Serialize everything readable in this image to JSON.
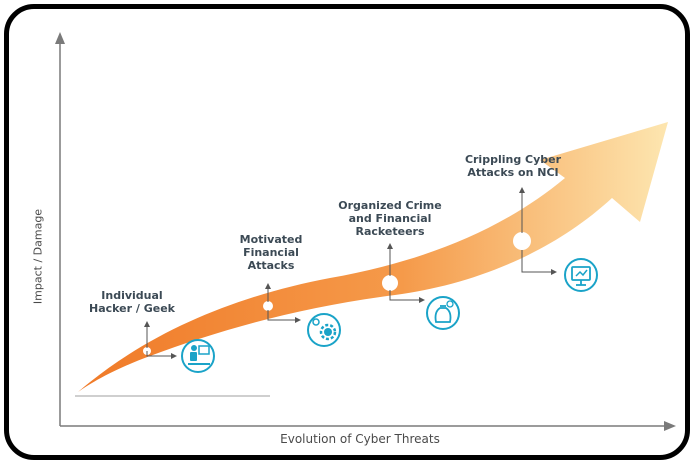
{
  "axes": {
    "x_label": "Evolution of Cyber Threats",
    "y_label": "Impact / Damage"
  },
  "colors": {
    "arrow_start": "#f07a28",
    "arrow_end": "#fde6b0",
    "icon_teal": "#1aa3c8",
    "axis": "#7a7a7a",
    "text": "#3c4a55",
    "frame": "#000000"
  },
  "stages": [
    {
      "label": "Individual\nHacker / Geek",
      "icon": "person-at-computer-icon"
    },
    {
      "label": "Motivated\nFinancial\nAttacks",
      "icon": "dollar-gear-icon"
    },
    {
      "label": "Organized Crime\nand Financial\nRacketeers",
      "icon": "money-bag-icon"
    },
    {
      "label": "Crippling Cyber\nAttacks on NCI",
      "icon": "monitor-network-icon"
    }
  ]
}
